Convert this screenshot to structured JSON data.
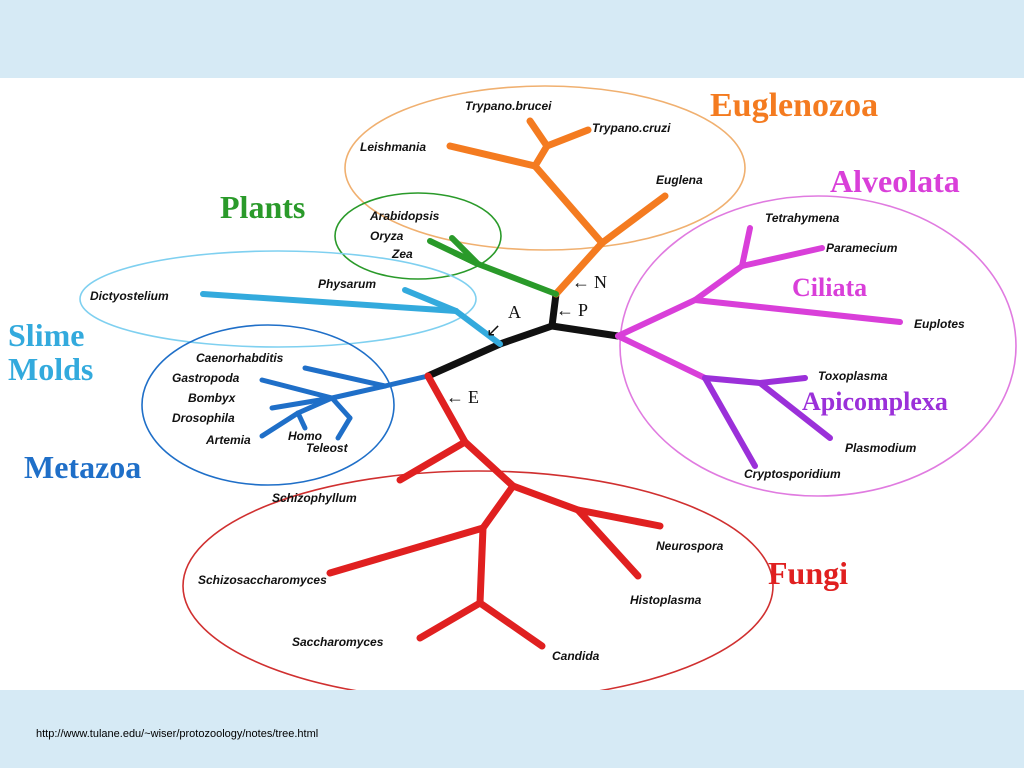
{
  "groups": {
    "euglenozoa": {
      "label": "Euglenozoa",
      "color": "#f47b20"
    },
    "plants": {
      "label": "Plants",
      "color": "#2a9a2a"
    },
    "alveolata": {
      "label": "Alveolata",
      "color": "#d93fd9"
    },
    "ciliata": {
      "label": "Ciliata",
      "color": "#d93fd9"
    },
    "apicomplexa": {
      "label": "Apicomplexa",
      "color": "#9b30d9"
    },
    "slime_molds_1": {
      "label": "Slime",
      "color": "#33aadd"
    },
    "slime_molds_2": {
      "label": "Molds",
      "color": "#33aadd"
    },
    "metazoa": {
      "label": "Metazoa",
      "color": "#1f6fc8"
    },
    "fungi": {
      "label": "Fungi",
      "color": "#e02020"
    }
  },
  "leaves": {
    "trypano_brucei": "Trypano.brucei",
    "trypano_cruzi": "Trypano.cruzi",
    "leishmania": "Leishmania",
    "euglena": "Euglena",
    "arabidopsis": "Arabidopsis",
    "oryza": "Oryza",
    "zea": "Zea",
    "dictyostelium": "Dictyostelium",
    "physarum": "Physarum",
    "tetrahymena": "Tetrahymena",
    "paramecium": "Paramecium",
    "euplotes": "Euplotes",
    "toxoplasma": "Toxoplasma",
    "plasmodium": "Plasmodium",
    "cryptosporidium": "Cryptosporidium",
    "caenorhabditis": "Caenorhabditis",
    "gastropoda": "Gastropoda",
    "bombyx": "Bombyx",
    "drosophila": "Drosophila",
    "artemia": "Artemia",
    "homo": "Homo",
    "teleost": "Teleost",
    "schizophyllum": "Schizophyllum",
    "neurospora": "Neurospora",
    "schizosaccharomyces": "Schizosaccharomyces",
    "histoplasma": "Histoplasma",
    "saccharomyces": "Saccharomyces",
    "candida": "Candida"
  },
  "markers": {
    "n": "N",
    "p": "P",
    "a": "A",
    "e": "E"
  },
  "colors": {
    "root": "#111111",
    "ellipse_euglenozoa": "#f0b070",
    "ellipse_plants": "#2a9a2a",
    "ellipse_slime": "#7fd0f0",
    "ellipse_metazoa": "#1f6fc8",
    "ellipse_alveolata": "#e07be0",
    "ellipse_fungi": "#d03030"
  },
  "footer": {
    "url": "http://www.tulane.edu/~wiser/protozoology/notes/tree.html"
  }
}
